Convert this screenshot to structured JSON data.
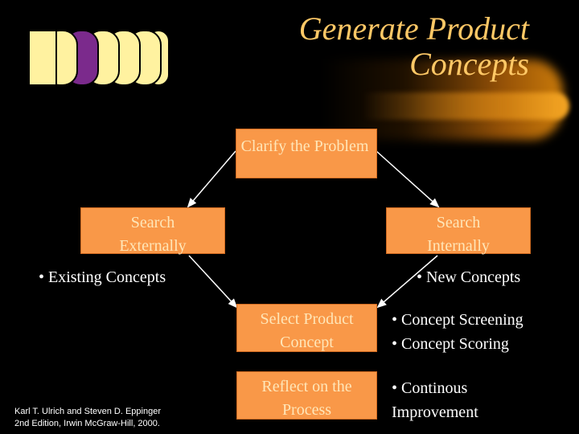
{
  "title": [
    "Generate Product",
    "Concepts"
  ],
  "steps": {
    "clarify": "Clarify the Problem",
    "external": [
      "Search",
      "Externally"
    ],
    "internal": [
      "Search",
      "Internally"
    ],
    "select": [
      "Select Product",
      "Concept"
    ],
    "reflect": [
      "Reflect on the",
      "Process"
    ]
  },
  "notes": {
    "existing": "• Existing Concepts",
    "new": "• New Concepts",
    "select": [
      "• Concept Screening",
      "• Concept Scoring"
    ],
    "reflect": [
      "• Continous",
      "Improvement"
    ]
  },
  "credit": [
    "Karl T. Ulrich and Steven D. Eppinger",
    "2nd Edition, Irwin McGraw-Hill, 2000."
  ],
  "colors": {
    "title": "#FFC866",
    "box": "#F99848",
    "box_text": "#FFE6B8",
    "note_text": "#FFFFFF",
    "logo_highlight": "#7B2A8C",
    "logo_fill": "#FFF2A0"
  }
}
